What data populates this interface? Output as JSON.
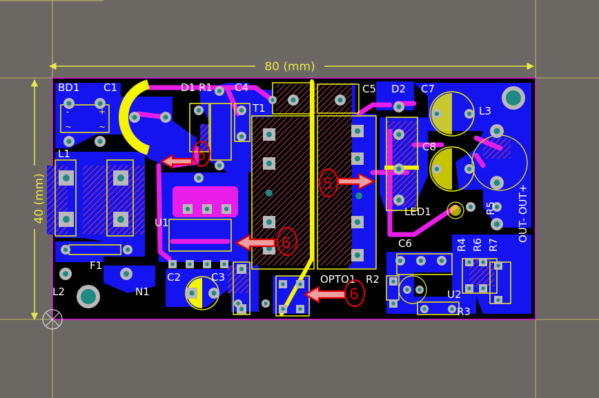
{
  "colors": {
    "background": "#6b6763",
    "board": "#000000",
    "copper_bottom": "#1414f0",
    "trace_top": "#e81ee8",
    "silkscreen": "#f5f500",
    "pad": "#b9b9b9",
    "via_hole": "#1e8a82",
    "hatch": "#c04060",
    "dimension": "#e8e84a",
    "annotation": "#e00000",
    "guide_line": "#d4d468"
  },
  "dimensions": {
    "width_label": "80 (mm)",
    "height_label": "40 (mm)"
  },
  "designators": {
    "bd1": "BD1",
    "c1": "C1",
    "d1": "D1",
    "r1": "R1",
    "c4": "C4",
    "t1": "T1",
    "c5": "C5",
    "d2": "D2",
    "c7": "C7",
    "l3": "L3",
    "c8": "C8",
    "l1": "L1",
    "u1": "U1",
    "led1": "LED1",
    "r5": "R5",
    "out_label": "OUT- OUT+",
    "r4": "R4",
    "r6": "R6",
    "r7": "R7",
    "c6": "C6",
    "f1": "F1",
    "l2": "L2",
    "n1": "N1",
    "c2": "C2",
    "c3": "C3",
    "opto1": "OPTO1",
    "r2": "R2",
    "u2": "U2",
    "r3": "R3"
  },
  "annotations": {
    "a1": "5",
    "a2": "5",
    "a3": "6",
    "a4": "6"
  },
  "bridge_symbols": {
    "minus": "-",
    "plus": "+",
    "ac": "~"
  }
}
